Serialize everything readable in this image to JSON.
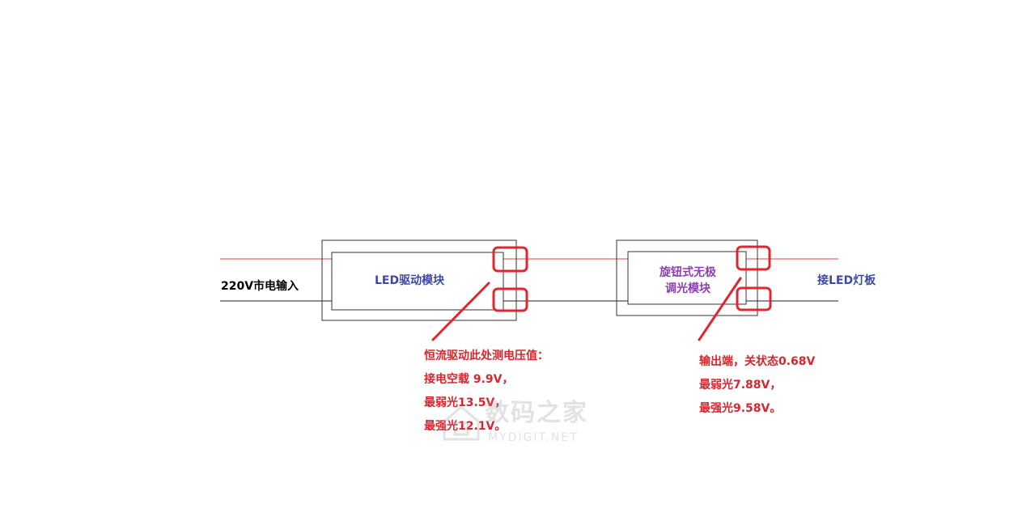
{
  "labels": {
    "input": "220V市电输入",
    "driver_module": "LED驱动模块",
    "dimmer_module_line1": "旋钮式无极",
    "dimmer_module_line2": "调光模块",
    "output": "接LED灯板"
  },
  "notes": {
    "driver_measure": [
      "恒流驱动此处测电压值：",
      "接电空载 9.9V，",
      "最弱光13.5V，",
      "最强光12.1V。"
    ],
    "dimmer_output": [
      "输出端，关状态0.68V",
      "最弱光7.88V，",
      "最强光9.58V。"
    ]
  },
  "watermark": {
    "text": "数码之家",
    "url": "MYDIGIT.NET"
  },
  "colors": {
    "wire_positive": "#d9474a",
    "wire_negative": "#222222",
    "box_outline": "#333333",
    "highlight": "#e0262e",
    "note_text": "#d7262e",
    "module_label": "#3d4aa0",
    "dimmer_label": "#8b3fb0"
  }
}
